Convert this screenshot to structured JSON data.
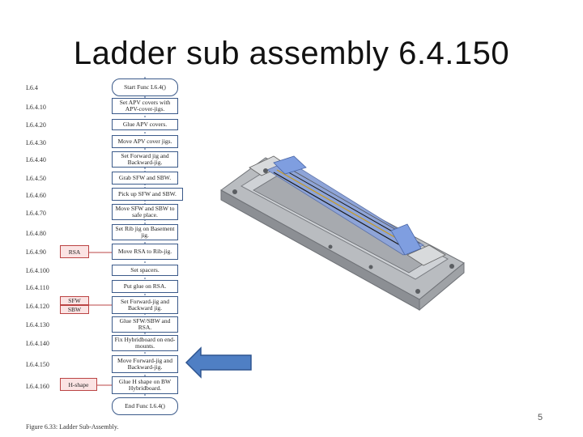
{
  "title": "Ladder sub assembly 6.4.150",
  "slide_number": "5",
  "caption": "Figure 6.33:   Ladder Sub-Assembly.",
  "steps": [
    {
      "id": "L6.4",
      "text": "Start Func L6.4()"
    },
    {
      "id": "L6.4.10",
      "text": "Set APV covers with APV-cover-jigs."
    },
    {
      "id": "L6.4.20",
      "text": "Glue APV covers."
    },
    {
      "id": "L6.4.30",
      "text": "Move APV cover jigs."
    },
    {
      "id": "L6.4.40",
      "text": "Set Forward jig and Backward-jig."
    },
    {
      "id": "L6.4.50",
      "text": "Grab SFW and SBW."
    },
    {
      "id": "L6.4.60",
      "text": "Pick up SFW and SBW."
    },
    {
      "id": "L6.4.70",
      "text": "Move SFW and SBW to safe place."
    },
    {
      "id": "L6.4.80",
      "text": "Set Rib jig on Basement jig."
    },
    {
      "id": "L6.4.90",
      "text": "Move RSA to Rib-jig."
    },
    {
      "id": "L6.4.100",
      "text": "Set spacers."
    },
    {
      "id": "L6.4.110",
      "text": "Put glue on RSA."
    },
    {
      "id": "L6.4.120",
      "text": "Set Forward-jig and Backward jig."
    },
    {
      "id": "L6.4.130",
      "text": "Glue SFW/SBW and RSA."
    },
    {
      "id": "L6.4.140",
      "text": "Fix Hybridboard on end-mounts."
    },
    {
      "id": "L6.4.150",
      "text": "Move Forward-jig and Backward-jig."
    },
    {
      "id": "L6.4.160",
      "text": "Glue H shape on BW Hybridboard."
    },
    {
      "id": "",
      "text": "End Func L6.4()"
    }
  ],
  "side_labels": {
    "rsa": "RSA",
    "sfw": "SFW",
    "sbw": "SBW",
    "hshape": "H-shape"
  },
  "colors": {
    "arrow_fill": "#4f7fc4",
    "arrow_stroke": "#2e5590",
    "box_border": "#3b5a8a",
    "side_fill": "#fbe3e3"
  }
}
